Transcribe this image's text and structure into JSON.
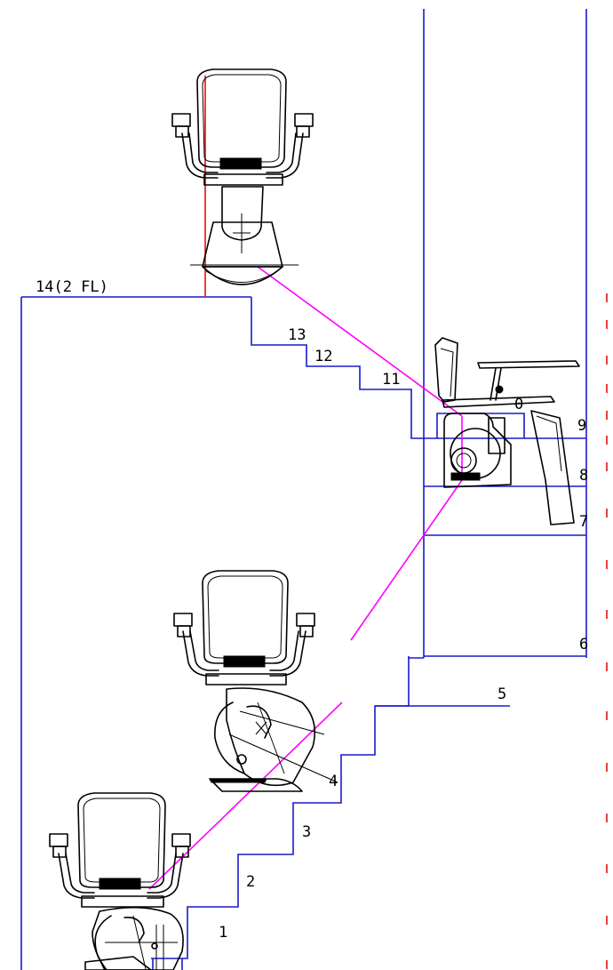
{
  "stairs": {
    "step_labels": [
      "1",
      "2",
      "3",
      "4",
      "5",
      "6",
      "7",
      "8",
      "9",
      "0",
      "11",
      "12",
      "13",
      "14(2 FL)"
    ]
  },
  "colors": {
    "stair_outline": "#1a1acc",
    "rail_path": "#ff00ff",
    "vertical_axis": "#e01010",
    "chair": "#000000",
    "ruler": "#e01010"
  },
  "chairs": [
    {
      "view": "front",
      "position": "top-landing"
    },
    {
      "view": "side",
      "position": "mid-landing"
    },
    {
      "view": "front-turning",
      "position": "middle-curve"
    },
    {
      "view": "front-turning",
      "position": "bottom-curve"
    }
  ]
}
